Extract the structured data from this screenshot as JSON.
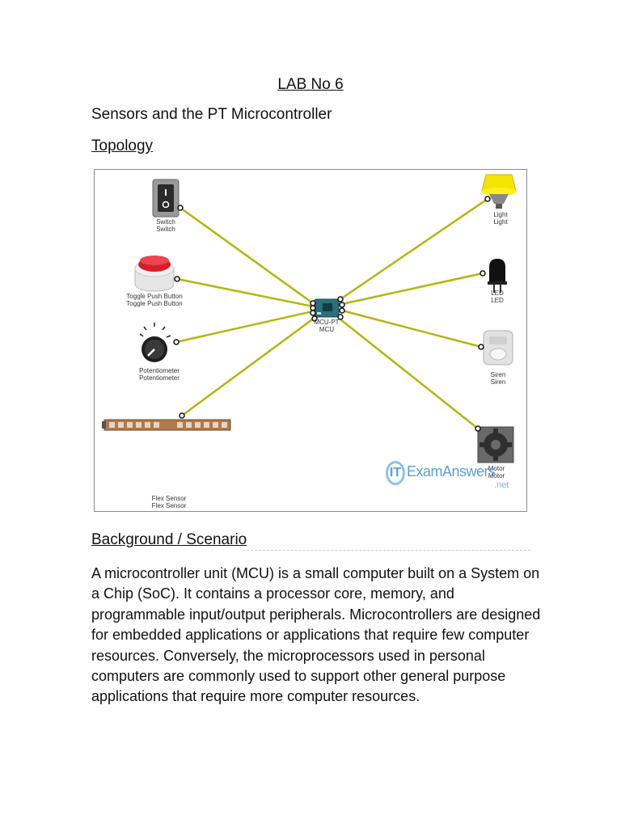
{
  "doc": {
    "title": "LAB No 6",
    "subtitle": "Sensors and the PT Microcontroller",
    "topology_heading": "Topology",
    "background_heading": "Background / Scenario",
    "paragraph": "A microcontroller unit (MCU) is a small computer built on a System on a Chip (SoC). It contains a processor core, memory, and programmable input/output peripherals. Microcontrollers are designed for embedded applications or applications that require few computer resources. Conversely, the microprocessors used in personal computers are commonly used to support other general purpose applications that require more computer resources."
  },
  "diagram": {
    "devices": {
      "switch": {
        "line1": "Switch",
        "line2": "Switch"
      },
      "toggle": {
        "line1": "Toggle Push Button",
        "line2": "Toggle Push Button"
      },
      "potentiometer": {
        "line1": "Potentiometer",
        "line2": "Potentiometer"
      },
      "flex": {
        "line1": "Flex Sensor",
        "line2": "Flex Sensor"
      },
      "mcu": {
        "line1": "MCU-PT",
        "line2": "MCU"
      },
      "light": {
        "line1": "Light",
        "line2": "Light"
      },
      "led": {
        "line1": "LED",
        "line2": "LED"
      },
      "siren": {
        "line1": "Siren",
        "line2": "Siren"
      },
      "motor": {
        "line1": "Motor",
        "line2": "Motor"
      }
    },
    "watermark": {
      "text": "ExamAnswers",
      "suffix": ".net",
      "logo": "IT"
    },
    "colors": {
      "cable": "#b5b50e",
      "connector": "#111111",
      "mcu_board": "#2a6f7a"
    }
  }
}
